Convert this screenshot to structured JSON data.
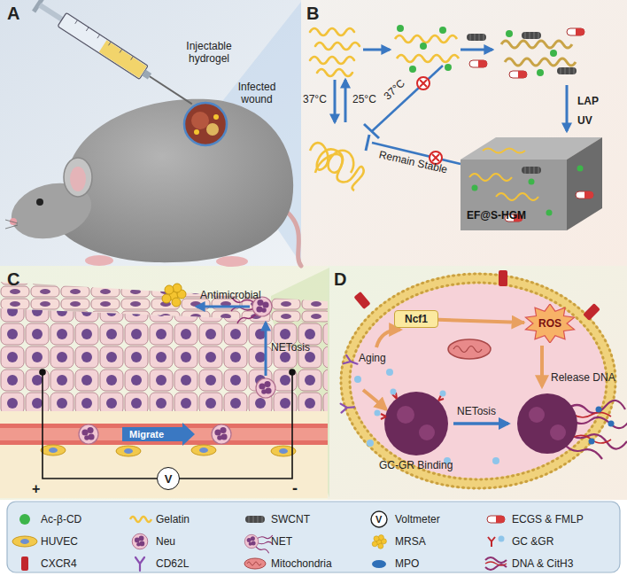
{
  "diagram": {
    "nodes": [
      {
        "text": [
          "V"
        ]
      },
      {
        "text": [
          "Ncf1"
        ]
      },
      {
        "text": [
          "ROS"
        ]
      }
    ],
    "edges": [
      {
        "from": 1,
        "to": 2,
        "arrow": "to"
      }
    ],
    "labels": [
      "A",
      "Injectable hydrogel",
      "Infected wound",
      "B",
      "37°C",
      "25°C",
      "37°C",
      "Remain Stable",
      "LAP",
      "UV",
      "EF@S-HGM",
      "C",
      "Antimicrobial",
      "NETosis",
      "Migrate",
      "+",
      "-",
      "D",
      "Aging",
      "Release DNA",
      "NETosis",
      "GC-GR Binding",
      "V"
    ],
    "legend": [
      {
        "text": "Ac-β-CD",
        "color": "#3db54a"
      },
      {
        "text": "Gelatin"
      },
      {
        "text": "SWCNT"
      },
      {
        "text": "Voltmeter"
      },
      {
        "text": "ECGS & FMLP"
      },
      {
        "text": "HUVEC"
      },
      {
        "text": "Neu"
      },
      {
        "text": "NET"
      },
      {
        "text": "MRSA"
      },
      {
        "text": "GC &GR"
      },
      {
        "text": "CXCR4",
        "color": "#c1272d"
      },
      {
        "text": "CD62L"
      },
      {
        "text": "Mitochondria"
      },
      {
        "text": "MPO",
        "color": "#2e6fb7"
      },
      {
        "text": "DNA & CitH3"
      }
    ]
  }
}
